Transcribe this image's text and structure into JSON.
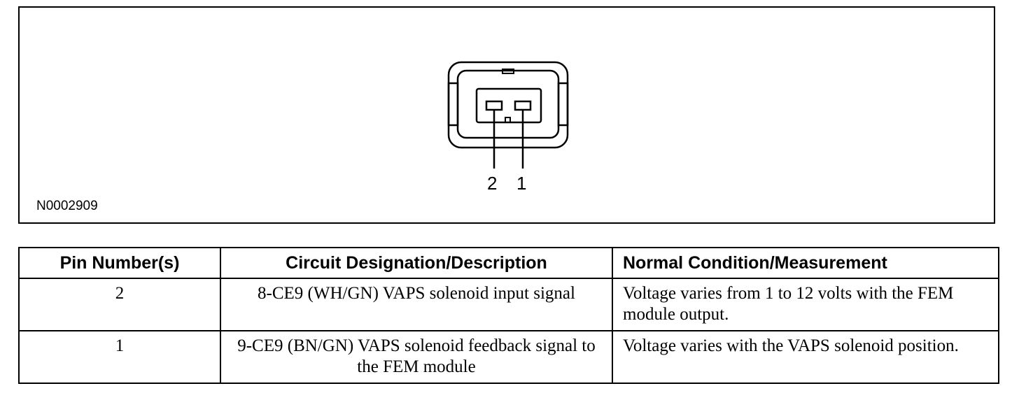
{
  "figure": {
    "pin_labels": [
      "2",
      "1"
    ],
    "figure_id": "N0002909"
  },
  "table": {
    "headers": [
      "Pin Number(s)",
      "Circuit Designation/Description",
      "Normal Condition/Measurement"
    ],
    "rows": [
      {
        "pin": "2",
        "circuit": "8-CE9 (WH/GN) VAPS solenoid input signal",
        "condition": "Voltage varies from 1 to 12 volts with the FEM module output."
      },
      {
        "pin": "1",
        "circuit": "9-CE9 (BN/GN) VAPS solenoid feedback signal to the FEM module",
        "condition": "Voltage varies with the VAPS solenoid position."
      }
    ]
  }
}
